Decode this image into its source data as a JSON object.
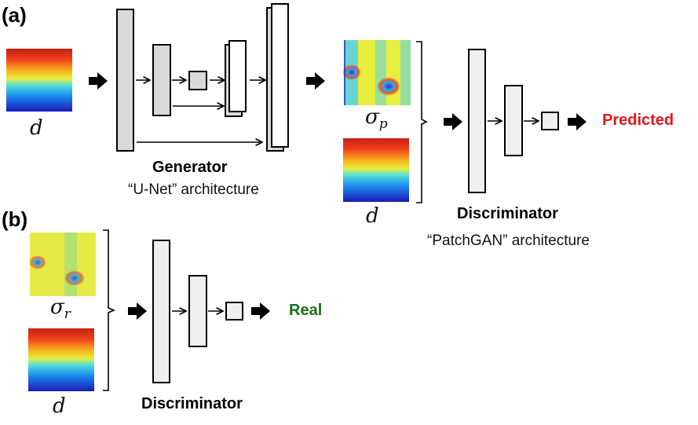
{
  "panels": {
    "a": {
      "label": "(a)",
      "input_label": "d",
      "generator": {
        "title": "Generator",
        "subtitle": "“U-Net” architecture"
      },
      "pred_image_label": "σ",
      "pred_image_sub": "p",
      "cond_image_label": "d",
      "discriminator": {
        "title": "Discriminator",
        "subtitle": "“PatchGAN” architecture"
      },
      "output": {
        "label": "Predicted",
        "color": "#e8141b"
      }
    },
    "b": {
      "label": "(b)",
      "real_image_label": "σ",
      "real_image_sub": "r",
      "cond_image_label": "d",
      "discriminator": {
        "title": "Discriminator"
      },
      "output": {
        "label": "Real",
        "color": "#1b6e1b"
      }
    }
  },
  "colors": {
    "encoder_fill": "#d9d9d9",
    "decoder_fill": "#ffffff",
    "disc_fill": "#efefef",
    "stroke": "#000000"
  }
}
